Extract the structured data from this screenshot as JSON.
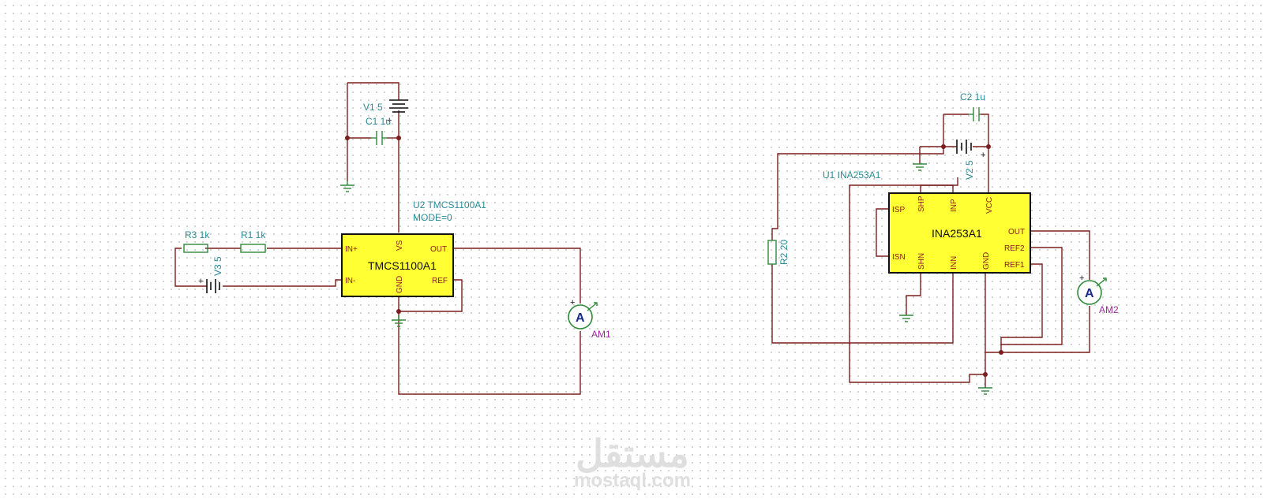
{
  "left_circuit": {
    "ic": {
      "ref_label": "U2 TMCS1100A1",
      "mode_label": "MODE=0",
      "name": "TMCS1100A1",
      "pins": {
        "in_plus": "IN+",
        "in_minus": "IN-",
        "vs": "VS",
        "gnd": "GND",
        "out": "OUT",
        "ref": "REF"
      }
    },
    "v1": "V1 5",
    "c1": "C1 1u",
    "r3": "R3 1k",
    "r1": "R1 1k",
    "v3": "V3 5",
    "am1": "AM1",
    "ammeter_symbol": "A"
  },
  "right_circuit": {
    "ic": {
      "ref_label": "U1 INA253A1",
      "name": "INA253A1",
      "pins": {
        "isp": "ISP",
        "isn": "ISN",
        "shp": "SHP",
        "inp": "INP",
        "vcc": "VCC",
        "shn": "SHN",
        "inn": "INN",
        "gnd": "GND",
        "out": "OUT",
        "ref2": "REF2",
        "ref1": "REF1"
      }
    },
    "c2": "C2 1u",
    "v2": "V2 5",
    "r2": "R2 20",
    "am2": "AM2",
    "ammeter_symbol": "A"
  },
  "watermark": {
    "arabic": "مستقل",
    "latin": "mostaql.com"
  },
  "colors": {
    "wire": "#7a1e1e",
    "ic_fill": "#ffff33",
    "label": "#2a8a96",
    "pin_label": "#8b1a1a",
    "component": "#2f8a3a",
    "ammeter_label": "#9a2a9a"
  }
}
